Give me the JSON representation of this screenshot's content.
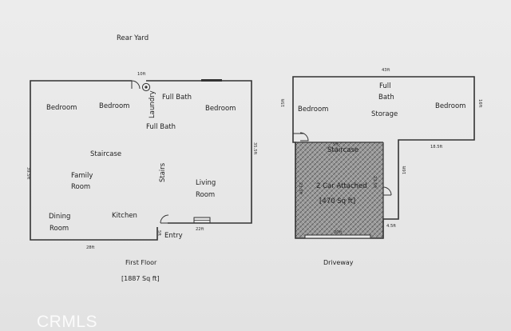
{
  "header": {
    "rear_yard": "Rear Yard"
  },
  "first_floor": {
    "rooms": {
      "bedroom_1": "Bedroom",
      "bedroom_2": "Bedroom",
      "laundry": "Laundry",
      "full_bath_1": "Full  Bath",
      "full_bath_2": "Full  Bath",
      "bedroom_3": "Bedroom",
      "staircase": "Staircase",
      "family_room_1": "Family",
      "family_room_2": "Room",
      "stairs": "Stairs",
      "living_room_1": "Living",
      "living_room_2": "Room",
      "dining_room_1": "Dining",
      "dining_room_2": "Room",
      "kitchen": "Kitchen",
      "entry": "Entry"
    },
    "dimensions": {
      "top": "10ft",
      "left": "39.5ft",
      "right": "35.5ft",
      "bottom": "28ft",
      "entry_right": "22ft",
      "entry_left": "5ft"
    },
    "caption": "First Floor",
    "area": "[1887 Sq ft]"
  },
  "second_floor": {
    "rooms": {
      "full_bath_1": "Full",
      "full_bath_2": "Bath",
      "storage": "Storage",
      "bedroom_left": "Bedroom",
      "bedroom_right": "Bedroom",
      "staircase": "Staircase",
      "garage_1": "2 Car Attached",
      "garage_2": "[470 Sq ft]"
    },
    "dimensions": {
      "top": "43ft",
      "left": "15ft",
      "right": "16ft",
      "step": "18.5ft",
      "garage_left": "23.5ft",
      "garage_right": "23.5ft",
      "garage_bottom": "20ft",
      "notch": "4.5ft",
      "side": "16ft",
      "small": "5ft"
    },
    "caption": "Driveway"
  },
  "watermark": "CRMLS"
}
